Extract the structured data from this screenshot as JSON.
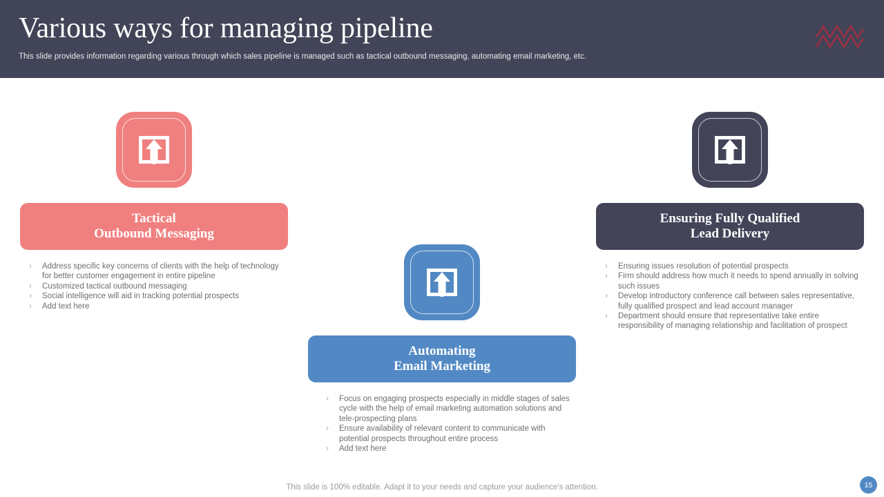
{
  "header": {
    "title": "Various ways for managing pipeline",
    "subtitle": "This slide provides information regarding various through which sales pipeline is managed such as tactical outbound messaging, automating email marketing, etc.",
    "background_color": "#424457",
    "logo_name": "zigzag-wave-logo",
    "logo_color": "#9e2f44"
  },
  "columns": [
    {
      "id": "tactical-outbound-messaging",
      "color": "#f0807f",
      "icon_name": "upload-tray-icon",
      "title": "Tactical\nOutbound Messaging",
      "bullets": [
        "Address specific key concerns of clients with the help of technology for  better customer engagement in entire pipeline",
        "Customized tactical outbound messaging",
        "Social intelligence will aid in tracking potential prospects",
        "Add text here"
      ]
    },
    {
      "id": "automating-email-marketing",
      "color": "#5289c5",
      "icon_name": "upload-tray-icon",
      "title": "Automating\nEmail Marketing",
      "bullets": [
        "Focus on engaging prospects especially in middle stages of sales cycle with the help of email marketing automation solutions and tele-prospecting plans",
        "Ensure availability of relevant content to communicate with potential prospects throughout entire process",
        "Add text here"
      ]
    },
    {
      "id": "ensuring-fully-qualified-lead-delivery",
      "color": "#434458",
      "icon_name": "upload-tray-icon",
      "title": "Ensuring Fully Qualified\nLead Delivery",
      "bullets": [
        "Ensuring issues resolution of potential prospects",
        "Firm should address how much it needs to spend annually in solving such issues",
        "Develop introductory conference call between sales representative, fully  qualified prospect and lead account manager",
        "Department should ensure that representative take entire responsibility of managing relationship and facilitation of prospect"
      ]
    }
  ],
  "bullet_marker": "›",
  "footer": {
    "note": "This slide is 100% editable. Adapt it to your needs and capture your audience's attention.",
    "page_number": "15",
    "page_badge_color": "#5289c5"
  }
}
